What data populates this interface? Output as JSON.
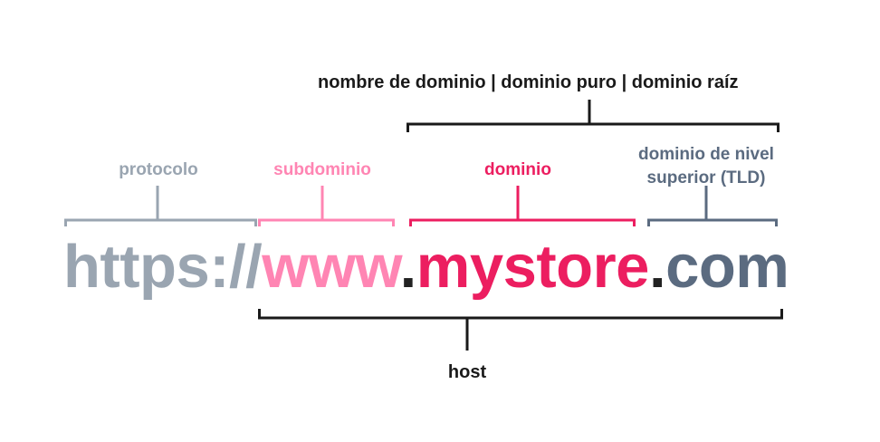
{
  "diagram": {
    "title_top": "nombre de dominio | dominio puro | dominio raíz",
    "title_bottom": "host",
    "url": {
      "protocol": "https://",
      "subdomain": "www",
      "dot1": ".",
      "domain": "mystore",
      "dot2": ".",
      "tld": "com",
      "full": "https://www.mystore.com"
    },
    "labels": {
      "protocol": "protocolo",
      "subdomain": "subdominio",
      "domain": "dominio",
      "tld_line1": "dominio de nivel",
      "tld_line2": "superior (TLD)"
    },
    "colors": {
      "protocol": "#9aa5b1",
      "subdomain": "#ff85b3",
      "domain": "#ec1e60",
      "tld": "#5b6b80",
      "dot": "#222222",
      "bracket_black": "#1a1a1a",
      "background": "#ffffff"
    }
  }
}
